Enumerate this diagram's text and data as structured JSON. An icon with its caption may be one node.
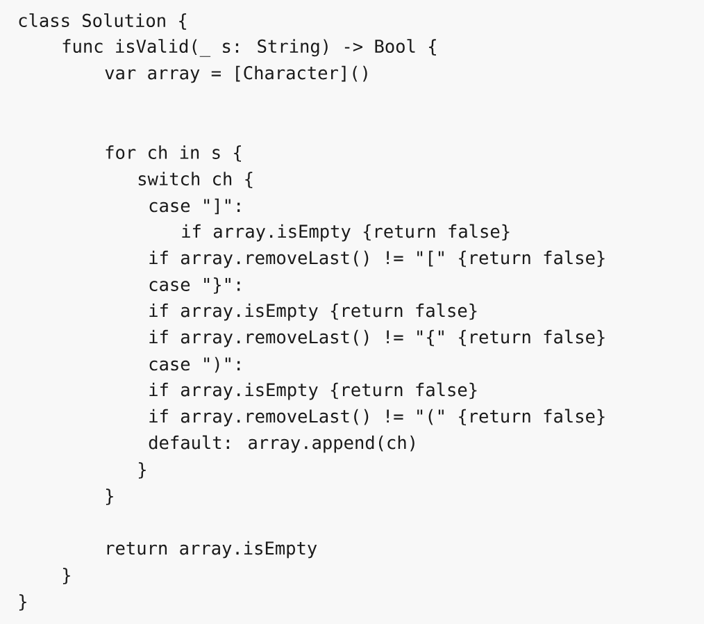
{
  "diagram": {
    "labels": [
      "class Solution {",
      "func isValid(_ s: String) -> Bool {",
      "var array = [Character]()",
      "for ch in s {",
      "switch ch {",
      "case \"]\":",
      "if array.isEmpty {return false}",
      "if array.removeLast() != \"[\" {return false}",
      "case \"}\":",
      "if array.isEmpty {return false}",
      "if array.removeLast() != \"{\" {return false}",
      "case \")\":",
      "if array.isEmpty {return false}",
      "if array.removeLast() != \"(\" {return false}",
      "default: array.append(ch)",
      "}",
      "}",
      "return array.isEmpty",
      "}",
      "}"
    ]
  }
}
